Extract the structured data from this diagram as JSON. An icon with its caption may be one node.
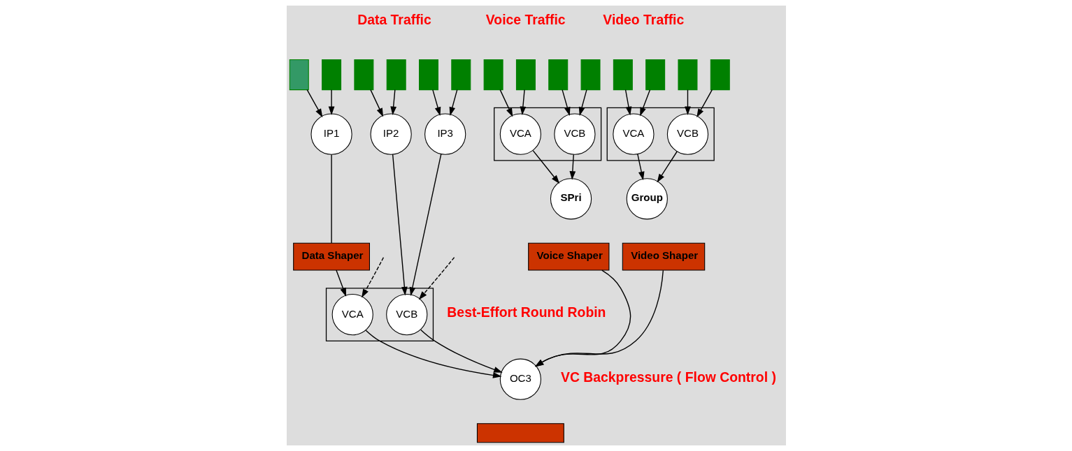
{
  "diagram": {
    "nodes": [
      {
        "text": [],
        "shape": "box"
      },
      {
        "text": [],
        "shape": "box"
      },
      {
        "text": [],
        "shape": "box"
      },
      {
        "text": [],
        "shape": "box"
      },
      {
        "text": [],
        "shape": "box"
      },
      {
        "text": [],
        "shape": "box"
      },
      {
        "text": [],
        "shape": "box"
      },
      {
        "text": [],
        "shape": "box"
      },
      {
        "text": [],
        "shape": "box"
      },
      {
        "text": [],
        "shape": "box"
      },
      {
        "text": [],
        "shape": "box"
      },
      {
        "text": [],
        "shape": "box"
      },
      {
        "text": [],
        "shape": "box"
      },
      {
        "text": [],
        "shape": "box"
      },
      {
        "text": [],
        "shape": "box"
      },
      {
        "text": [],
        "shape": "box"
      },
      {
        "text": [
          "IP1"
        ]
      },
      {
        "text": [
          "IP2"
        ]
      },
      {
        "text": [
          "IP3"
        ]
      },
      {
        "text": [
          "VCA"
        ],
        "in": 14
      },
      {
        "text": [
          "VCB"
        ],
        "in": 14
      },
      {
        "text": [
          "VCA"
        ],
        "in": 15
      },
      {
        "text": [
          "VCB"
        ],
        "in": 15
      },
      {
        "text": [
          "Data Shaper"
        ]
      },
      {
        "text": [],
        "shape": "box"
      },
      {
        "text": [
          "VCA"
        ],
        "in": 24
      },
      {
        "text": [
          "VCB"
        ],
        "in": 24
      },
      {
        "text": [
          "SPri"
        ]
      },
      {
        "text": [
          "Group"
        ]
      },
      {
        "text": [
          "Voice Shaper"
        ]
      },
      {
        "text": [
          "Video Shaper"
        ]
      },
      {
        "text": [
          "OC3"
        ]
      },
      {
        "text": [],
        "shape": "box"
      }
    ],
    "edges": [
      {
        "from": 0,
        "to": 16,
        "arrow": "to"
      },
      {
        "from": 1,
        "to": 16,
        "arrow": "to"
      },
      {
        "from": 2,
        "to": 17,
        "arrow": "to"
      },
      {
        "from": 3,
        "to": 17,
        "arrow": "to"
      },
      {
        "from": 4,
        "to": 18,
        "arrow": "to"
      },
      {
        "from": 5,
        "to": 18,
        "arrow": "to"
      },
      {
        "from": 6,
        "to": 19,
        "arrow": "to"
      },
      {
        "from": 7,
        "to": 19,
        "arrow": "to"
      },
      {
        "from": 8,
        "to": 20,
        "arrow": "to"
      },
      {
        "from": 9,
        "to": 20,
        "arrow": "to"
      },
      {
        "from": 10,
        "to": 21,
        "arrow": "to"
      },
      {
        "from": 11,
        "to": 21,
        "arrow": "to"
      },
      {
        "from": 12,
        "to": 22,
        "arrow": "to"
      },
      {
        "from": 13,
        "to": 22,
        "arrow": "to"
      },
      {
        "from": 16,
        "to": 23,
        "arrow": "none"
      },
      {
        "from": 23,
        "to": 25,
        "arrow": "to"
      },
      {
        "from": 17,
        "to": 26,
        "arrow": "to"
      },
      {
        "from": 18,
        "to": 26,
        "arrow": "to"
      },
      {
        "from": 19,
        "to": 27,
        "arrow": "to"
      },
      {
        "from": 20,
        "to": 27,
        "arrow": "to"
      },
      {
        "from": 21,
        "to": 28,
        "arrow": "to"
      },
      {
        "from": 22,
        "to": 28,
        "arrow": "to"
      },
      {
        "from": 25,
        "to": 31,
        "arrow": "to"
      },
      {
        "from": 26,
        "to": 31,
        "arrow": "to"
      },
      {
        "from": 29,
        "to": 31,
        "arrow": "to"
      },
      {
        "from": 30,
        "to": 31,
        "arrow": "to"
      },
      {
        "from": null,
        "to": 25,
        "arrow": "to",
        "style": "dashed"
      },
      {
        "from": null,
        "to": 26,
        "arrow": "to",
        "style": "dashed"
      }
    ],
    "labels": [
      "Data Traffic",
      "Voice Traffic",
      "Video Traffic",
      "Best-Effort Round Robin",
      "VC Backpressure ( Flow Control )"
    ]
  }
}
